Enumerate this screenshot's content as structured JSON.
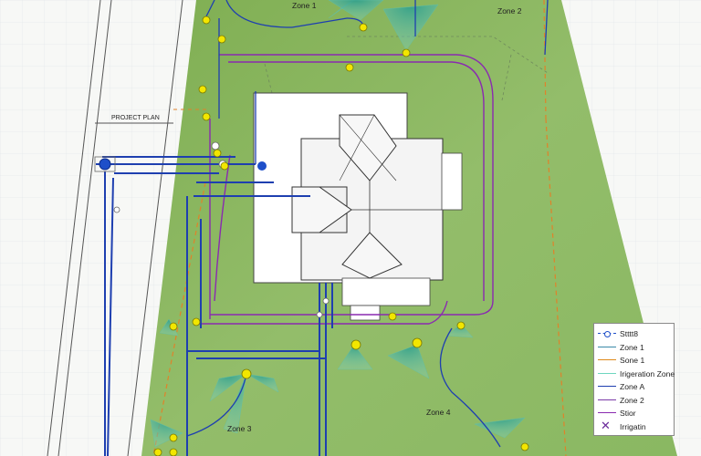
{
  "plan": {
    "project_title": "PROJECT PLAN",
    "zones": {
      "zone1": "Zone 1",
      "zone2": "Zone 2",
      "zone3": "Zone 3",
      "zone4": "Zone 4"
    }
  },
  "legend": {
    "items": [
      {
        "label": "Stttt8",
        "swatch": "dashed-dots",
        "color": "#1e4fc9"
      },
      {
        "label": "Zone 1",
        "swatch": "line",
        "color": "#3a8aa8"
      },
      {
        "label": "Sone 1",
        "swatch": "line",
        "color": "#e08a1a"
      },
      {
        "label": "Irigeration Zone",
        "swatch": "line",
        "color": "#6ed6c0"
      },
      {
        "label": "Zone A",
        "swatch": "line",
        "color": "#1e3fb0"
      },
      {
        "label": "Zone 2",
        "swatch": "line",
        "color": "#7a3aa8"
      },
      {
        "label": "Stior",
        "swatch": "line",
        "color": "#8a2ab0"
      },
      {
        "label": "Irrigatin",
        "swatch": "x",
        "color": "#6a2a9a"
      }
    ]
  },
  "colors": {
    "lawn": "#8fb866",
    "lawn_dark": "#7aa654",
    "pipe_blue": "#1e3fb0",
    "pipe_purple": "#8a2ab0",
    "boundary_orange": "#e0822a",
    "spray": "#3aa89a",
    "head": "#f2e600"
  }
}
